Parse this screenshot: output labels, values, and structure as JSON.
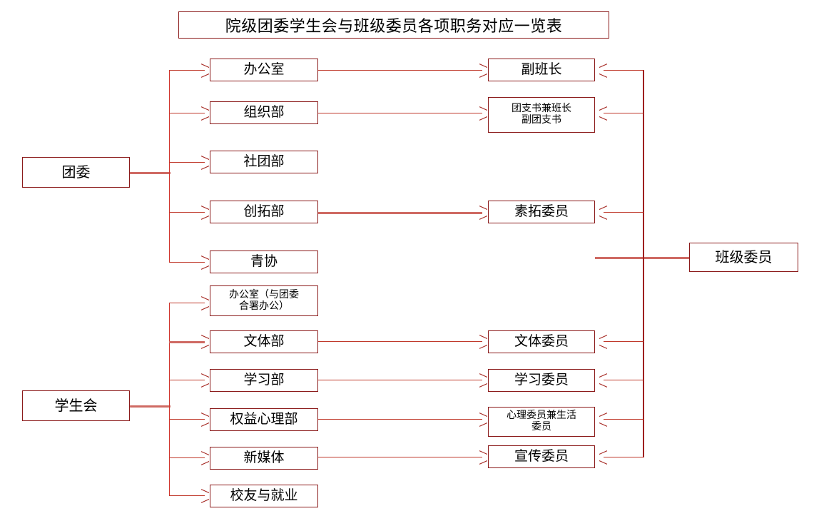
{
  "title": "院级团委学生会与班级委员各项职务对应一览表",
  "roots": {
    "youth_league": "团委",
    "student_union": "学生会",
    "class_committee": "班级委员"
  },
  "league_departments": [
    {
      "label": "办公室"
    },
    {
      "label": "组织部"
    },
    {
      "label": "社团部"
    },
    {
      "label": "创拓部"
    },
    {
      "label": "青协"
    }
  ],
  "union_departments": [
    {
      "label": "办公室（与团委\n合署办公）"
    },
    {
      "label": "文体部"
    },
    {
      "label": "学习部"
    },
    {
      "label": "权益心理部"
    },
    {
      "label": "新媒体"
    },
    {
      "label": "校友与就业"
    }
  ],
  "class_posts": [
    {
      "label": "副班长"
    },
    {
      "label": "团支书兼班长\n副团支书"
    },
    {
      "label": "素拓委员"
    },
    {
      "label": "文体委员"
    },
    {
      "label": "学习委员"
    },
    {
      "label": "心理委员兼生活\n委员"
    },
    {
      "label": "宣传委员"
    }
  ],
  "colors": {
    "box_border": "#8b1a1a",
    "connector": "#c0392b",
    "arrow": "#a3221c",
    "background": "#ffffff",
    "text": "#000000"
  }
}
